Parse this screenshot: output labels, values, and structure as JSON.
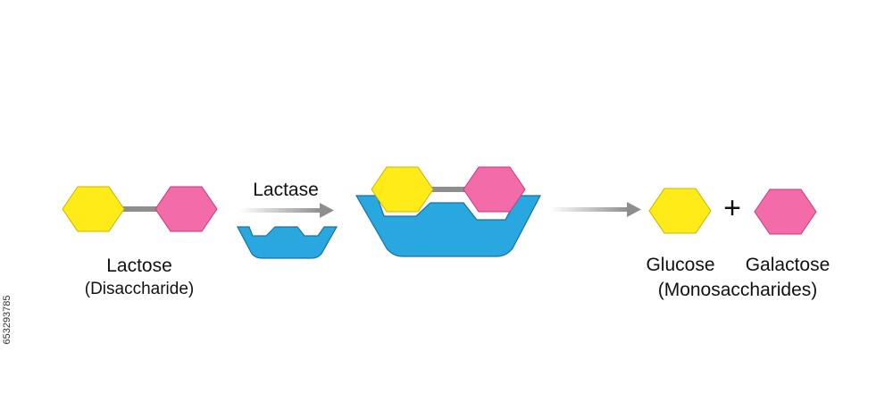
{
  "colors": {
    "glucose": "#FFEB17",
    "glucose_stroke": "#C8B400",
    "galactose": "#F36BA8",
    "galactose_stroke": "#C23C7C",
    "enzyme": "#29A8E0",
    "enzyme_stroke": "#1B6FA8",
    "bond": "#8E8E8E",
    "arrow": "#8E8E8E",
    "text": "#111111"
  },
  "labels": {
    "lactose": "Lactose",
    "lactose_type": "(Disaccharide)",
    "enzyme": "Lactase",
    "glucose": "Glucose",
    "plus": "+",
    "galactose": "Galactose",
    "products_type": "(Monosaccharides)"
  },
  "stock_id": "653293785"
}
